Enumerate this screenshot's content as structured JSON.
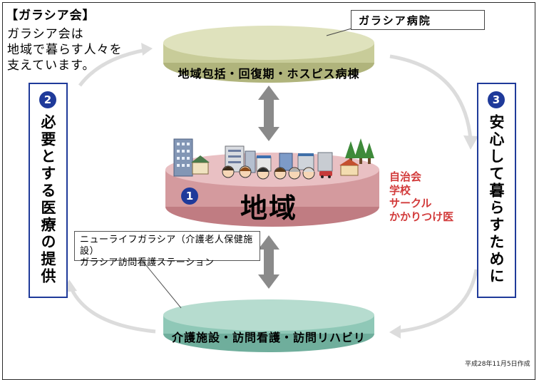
{
  "title": "【ガラシア会】",
  "intro": [
    "ガラシア会は",
    "地域で暮らす人々を",
    "支えています。"
  ],
  "hospital_callout": "ガラシア病院",
  "top_disc": {
    "label": "地域包括・回復期・ホスピス病棟",
    "color": "#c8cc99"
  },
  "center_disc": {
    "number": "1",
    "label": "地域",
    "color": "#d49a9e"
  },
  "bottom_disc": {
    "label": "介護施設・訪問看護・訪問リハビリ",
    "color": "#8fc8b7"
  },
  "left_panel": {
    "number": "2",
    "text": "必要とする医療の提供"
  },
  "right_panel": {
    "number": "3",
    "text": "安心して暮らすために"
  },
  "community_list": [
    "自治会",
    "学校",
    "サークル",
    "かかりつけ医"
  ],
  "facility_callout": [
    "ニューライフガラシア（介護老人保健施設）",
    "ガラシア訪問看護ステーション"
  ],
  "date_note": "平成28年11月5日作成",
  "colors": {
    "accent_blue": "#1f3a9a",
    "list_red": "#d23b3b",
    "arrow_gray": "#8a8a8a",
    "cycle_arrow": "#dcdcdc"
  }
}
